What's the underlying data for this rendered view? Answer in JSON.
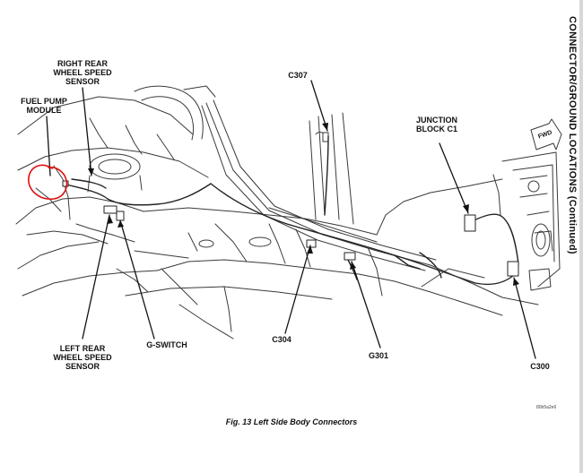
{
  "side_title": "CONNECTOR/GROUND LOCATIONS (Continued)",
  "caption": "Fig. 13 Left Side Body Connectors",
  "figure_code": "80b5a2e6",
  "fwd_arrow": "FWD",
  "labels": {
    "right_rear_wheel_speed_sensor": [
      "RIGHT REAR",
      "WHEEL SPEED",
      "SENSOR"
    ],
    "fuel_pump_module": [
      "FUEL PUMP",
      "MODULE"
    ],
    "c307": "C307",
    "junction_block": [
      "JUNCTION",
      "BLOCK C1"
    ],
    "left_rear_wheel_speed_sensor": [
      "LEFT REAR",
      "WHEEL SPEED",
      "SENSOR"
    ],
    "g_switch": "G-SWITCH",
    "c304": "C304",
    "g301": "G301",
    "c300": "C300"
  },
  "colors": {
    "line_art": "#333333",
    "annotation_circle": "#e01010",
    "background": "#ffffff"
  }
}
